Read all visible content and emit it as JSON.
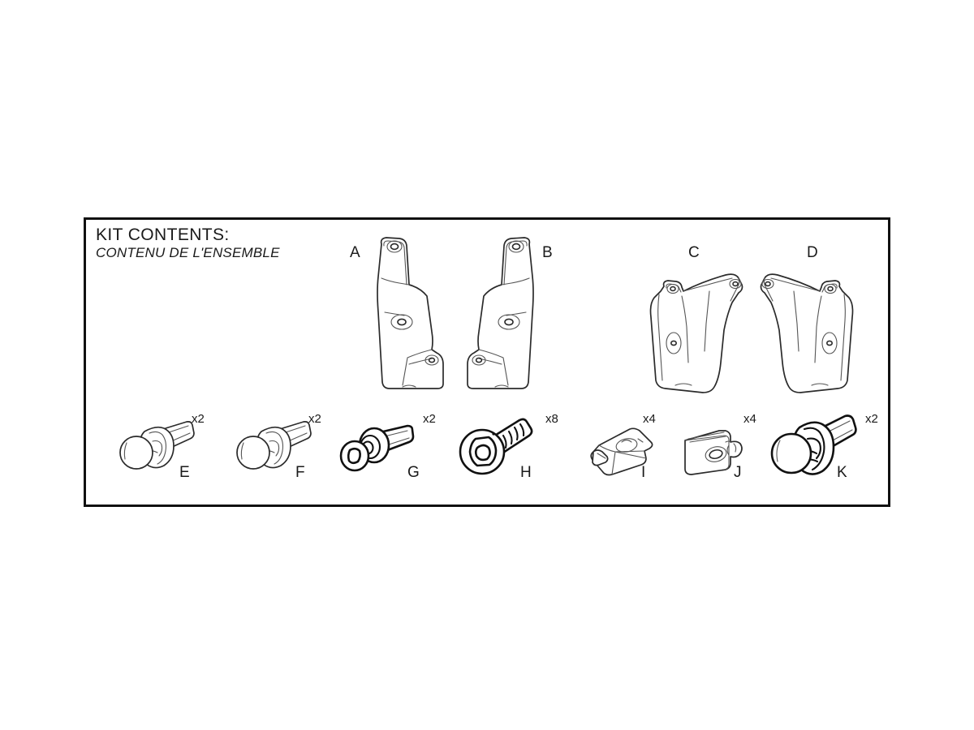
{
  "panel": {
    "title": "KIT CONTENTS:",
    "subtitle": "CONTENU DE L'ENSEMBLE",
    "border_color": "#111111",
    "background_color": "#ffffff"
  },
  "flaps": [
    {
      "label": "A",
      "icon": "front-mudflap-left"
    },
    {
      "label": "B",
      "icon": "front-mudflap-right"
    },
    {
      "label": "C",
      "icon": "rear-mudflap-left"
    },
    {
      "label": "D",
      "icon": "rear-mudflap-right"
    }
  ],
  "hardware": [
    {
      "label": "E",
      "qty": "x2",
      "icon": "push-pin-clip"
    },
    {
      "label": "F",
      "qty": "x2",
      "icon": "push-pin-clip"
    },
    {
      "label": "G",
      "qty": "x2",
      "icon": "washer-screw"
    },
    {
      "label": "H",
      "qty": "x8",
      "icon": "hex-head-screw"
    },
    {
      "label": "I",
      "qty": "x4",
      "icon": "spring-nut-clip"
    },
    {
      "label": "J",
      "qty": "x4",
      "icon": "nut-block"
    },
    {
      "label": "K",
      "qty": "x2",
      "icon": "push-pin-rivet"
    }
  ]
}
